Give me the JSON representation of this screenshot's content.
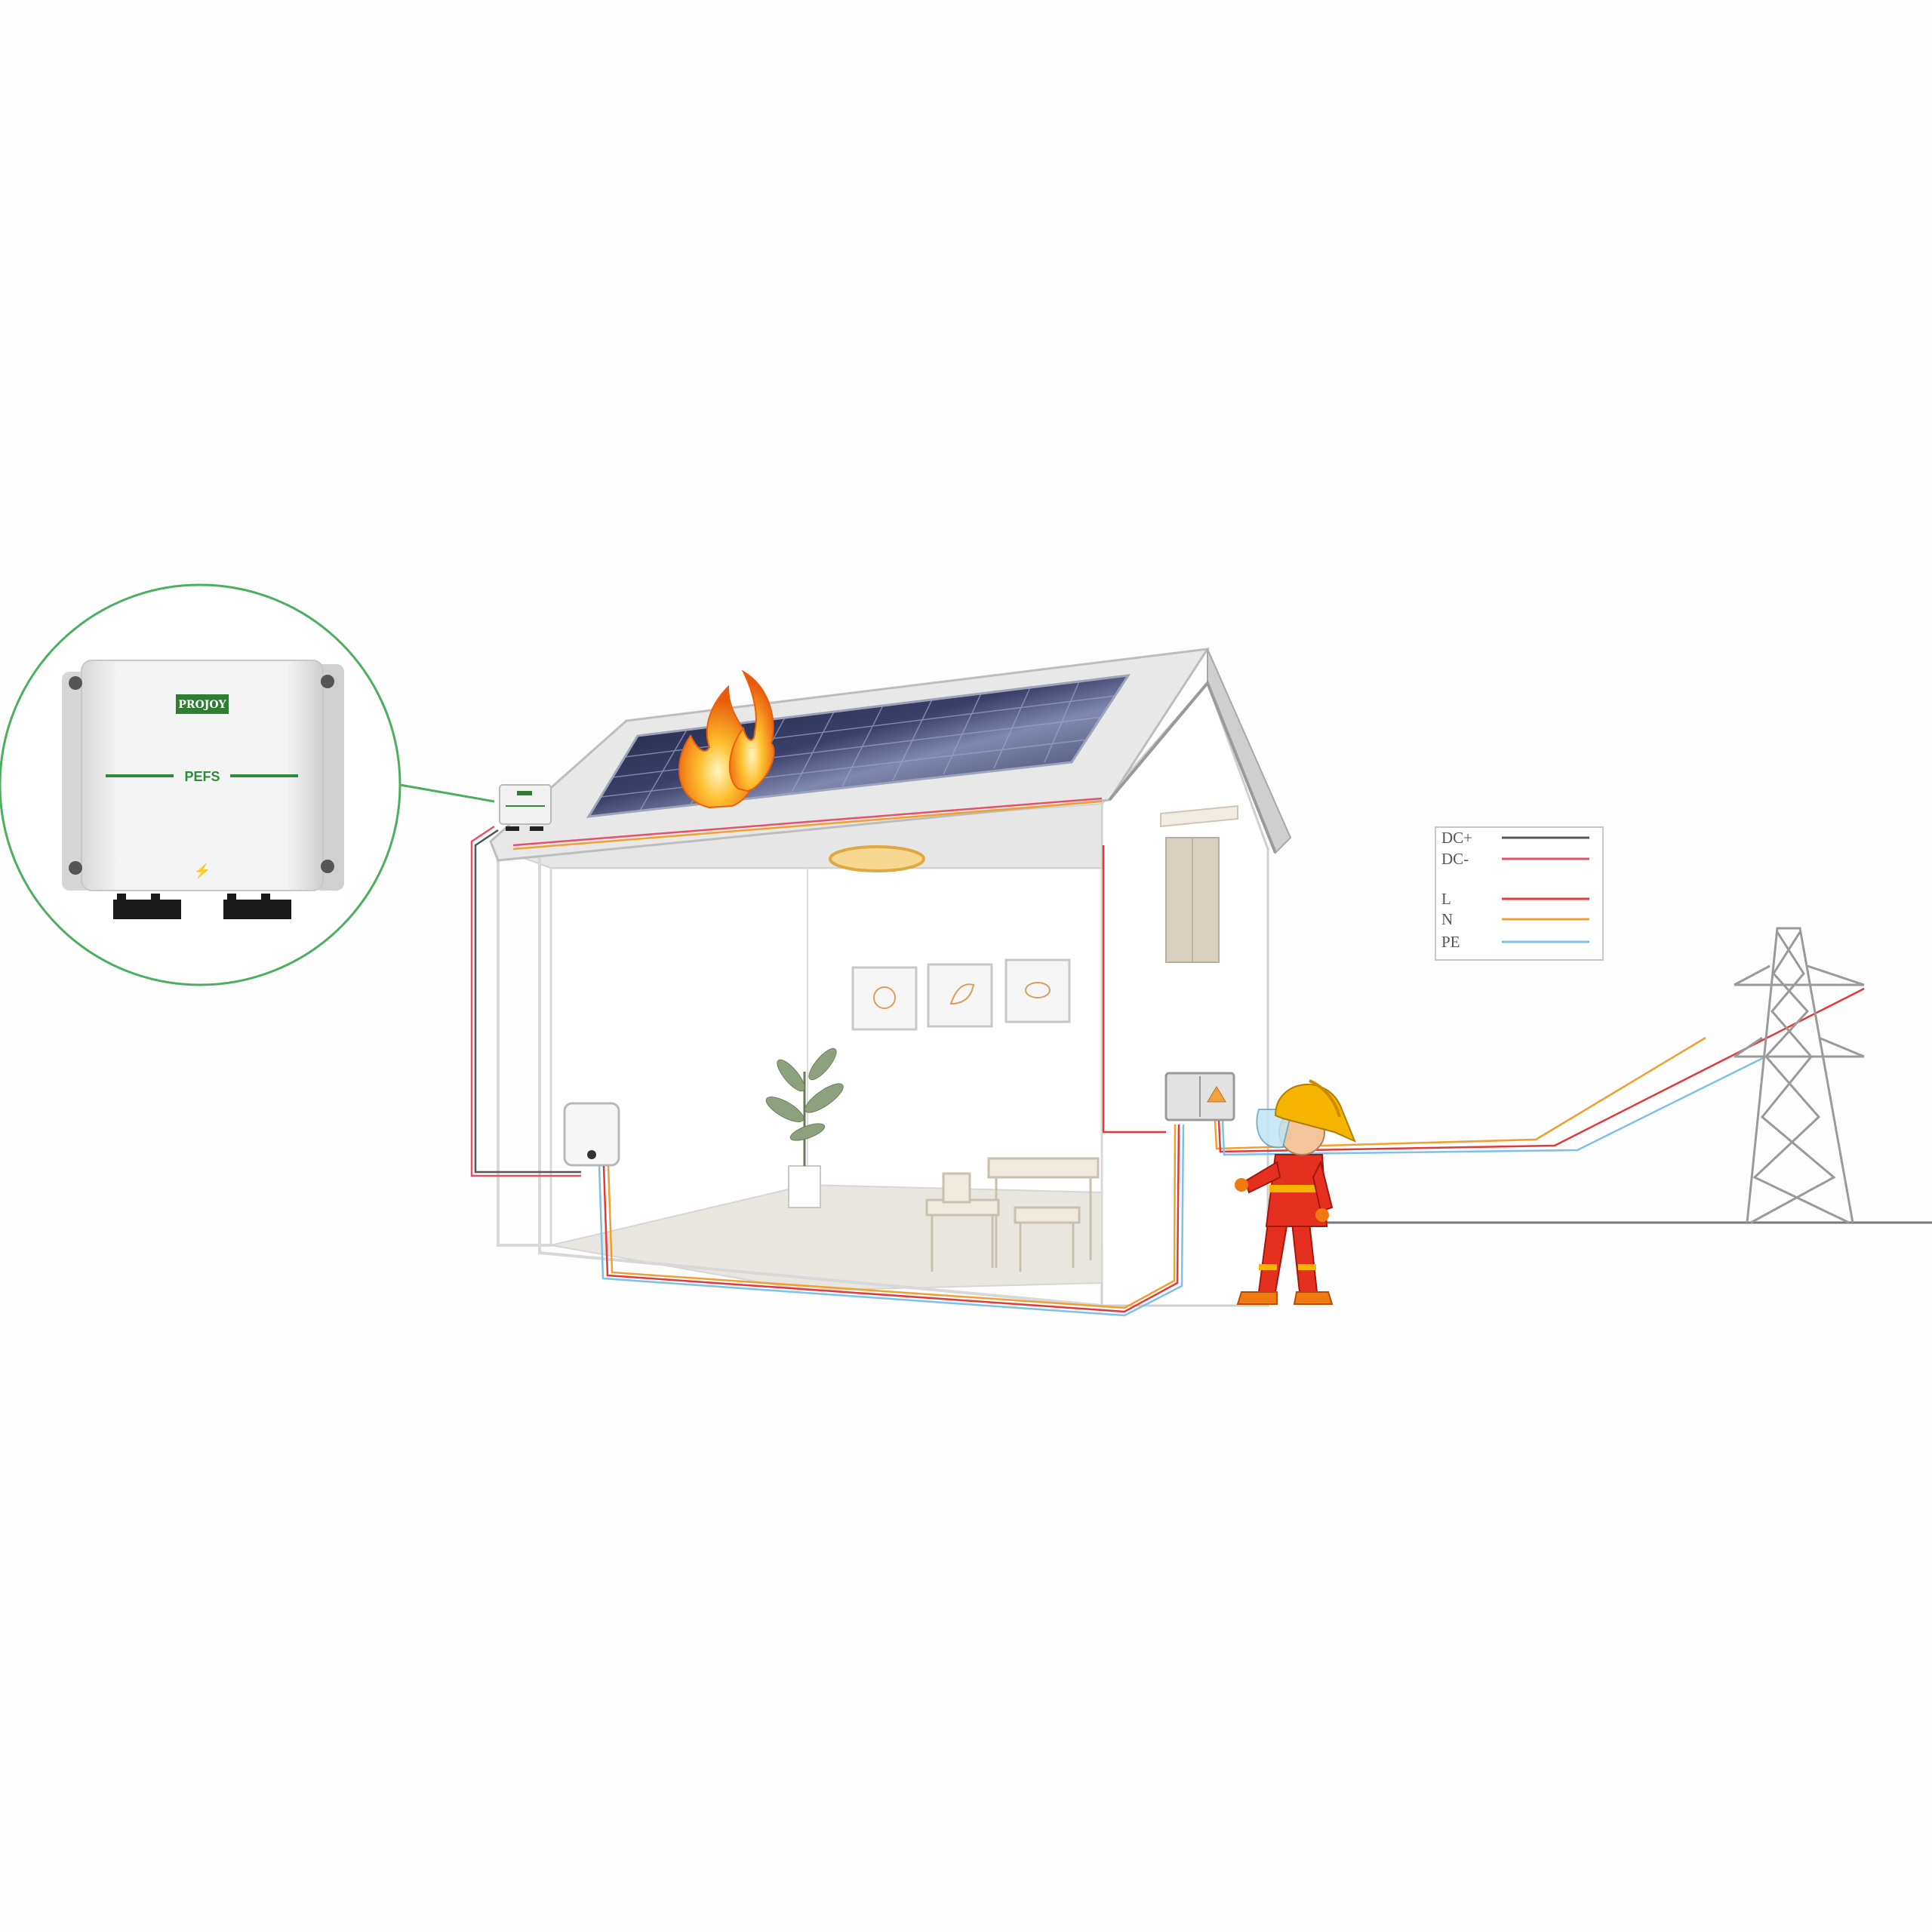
{
  "device": {
    "brand": "PROJOY",
    "model": "PEFS"
  },
  "legend": {
    "items": [
      {
        "label": "DC+",
        "color": "#555555"
      },
      {
        "label": "DC-",
        "color": "#e8506a"
      },
      {
        "label": "L",
        "color": "#e03a3a"
      },
      {
        "label": "N",
        "color": "#f0a030"
      },
      {
        "label": "PE",
        "color": "#7ec0ea"
      }
    ]
  },
  "colors": {
    "accent_green": "#2e8b3a",
    "circle_stroke": "#4caf60",
    "fire": "#f07a10",
    "helmet": "#f5b400",
    "suit": "#e53020"
  }
}
